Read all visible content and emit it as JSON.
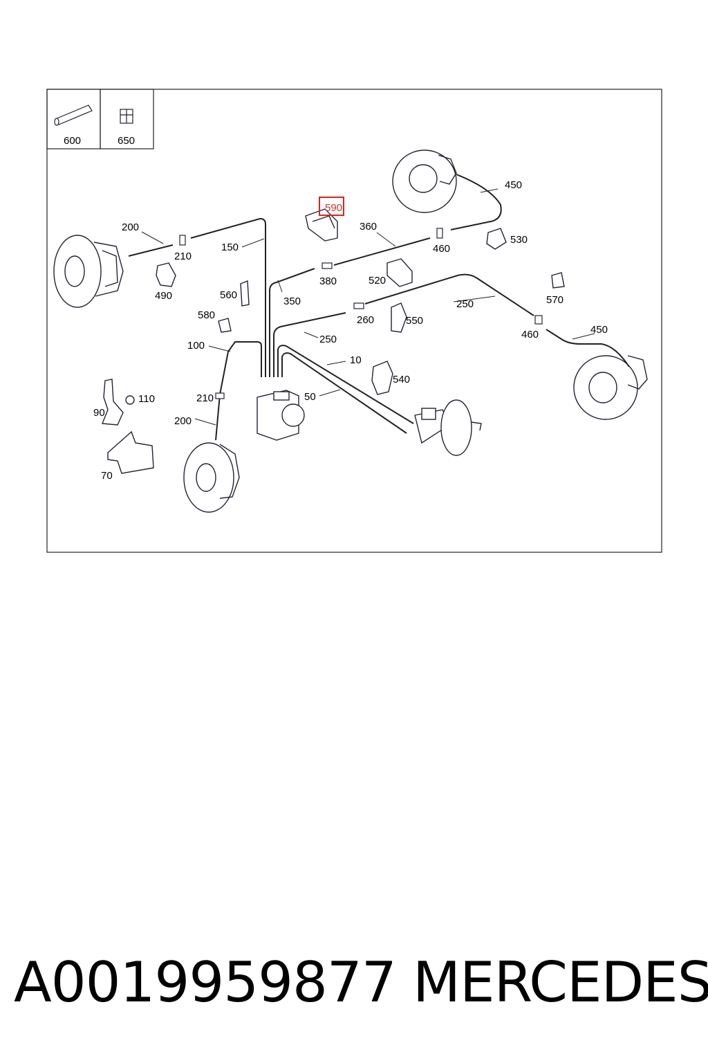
{
  "inset_labels": [
    "600",
    "650"
  ],
  "callouts": {
    "c590": "590",
    "c450a": "450",
    "c450b": "450",
    "c200a": "200",
    "c200b": "200",
    "c210a": "210",
    "c210b": "210",
    "c150": "150",
    "c360": "360",
    "c460a": "460",
    "c460b": "460",
    "c530": "530",
    "c490": "490",
    "c380": "380",
    "c520": "520",
    "c350": "350",
    "c560": "560",
    "c250a": "250",
    "c250b": "250",
    "c570": "570",
    "c580": "580",
    "c260": "260",
    "c550": "550",
    "c100": "100",
    "c10": "10",
    "c540": "540",
    "c110": "110",
    "c90": "90",
    "c50": "50",
    "c70": "70"
  },
  "highlighted_callout": "590",
  "highlight_color": "#e02020",
  "footer": {
    "part_number": "A0019959877",
    "brand": "MERCEDES"
  }
}
